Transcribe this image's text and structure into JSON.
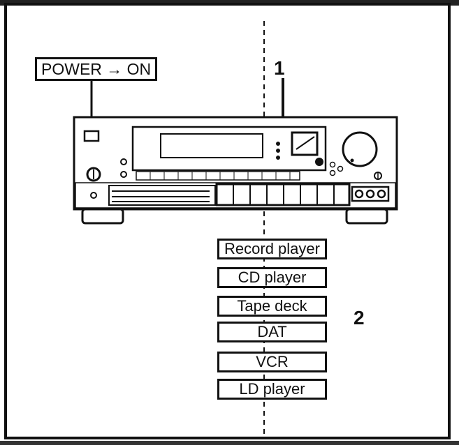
{
  "power_label": "POWER → ON",
  "step1": "1",
  "step2": "2",
  "sources": [
    "Record player",
    "CD player",
    "Tape deck",
    "DAT",
    "VCR",
    "LD player"
  ],
  "colors": {
    "ink": "#111111",
    "paper": "#ffffff"
  }
}
